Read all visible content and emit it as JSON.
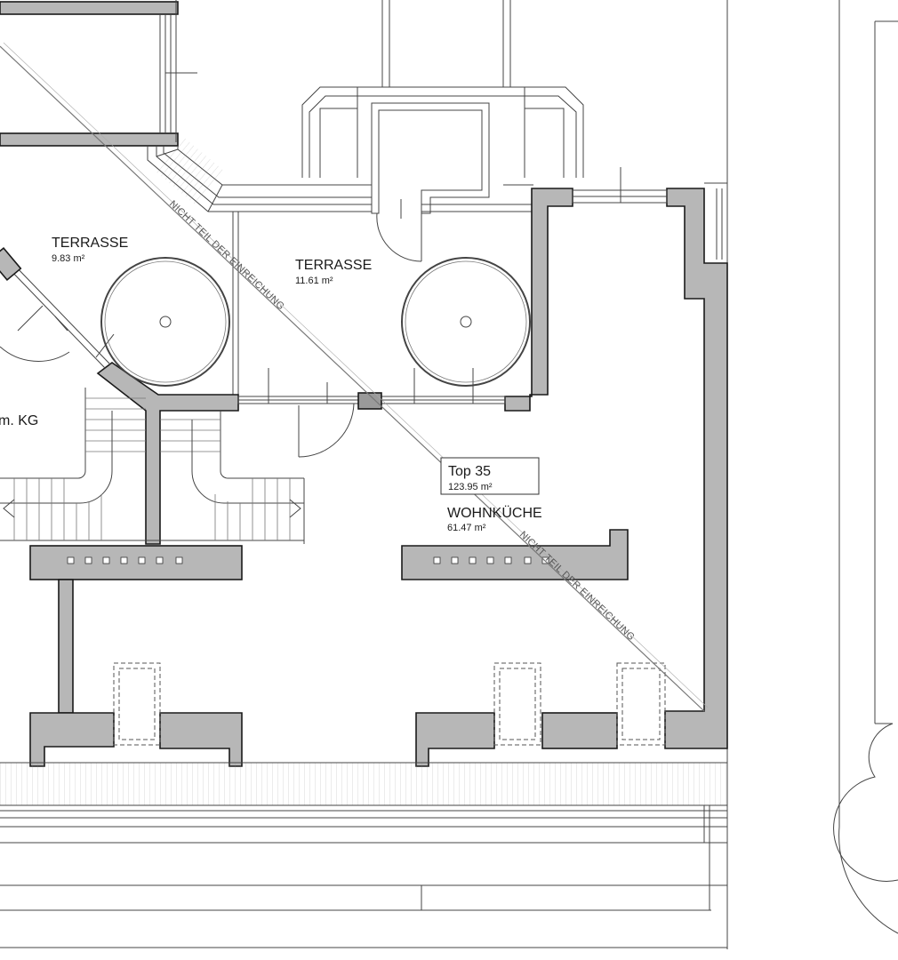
{
  "rooms": {
    "terrace_left": {
      "name": "TERRASSE",
      "area": "9.83 m²"
    },
    "terrace_center": {
      "name": "TERRASSE",
      "area": "11.61 m²"
    },
    "kitchen": {
      "name": "WOHNKÜCHE",
      "area": "61.47 m²"
    },
    "partial_label": "m. KG"
  },
  "unit": {
    "name": "Top 35",
    "area": "123.95  m²"
  },
  "annotations": {
    "not_submitted_1": "NICHT TEIL DER EINREICHUNG",
    "not_submitted_2": "NICHT TEIL DER EINREICHUNG"
  }
}
